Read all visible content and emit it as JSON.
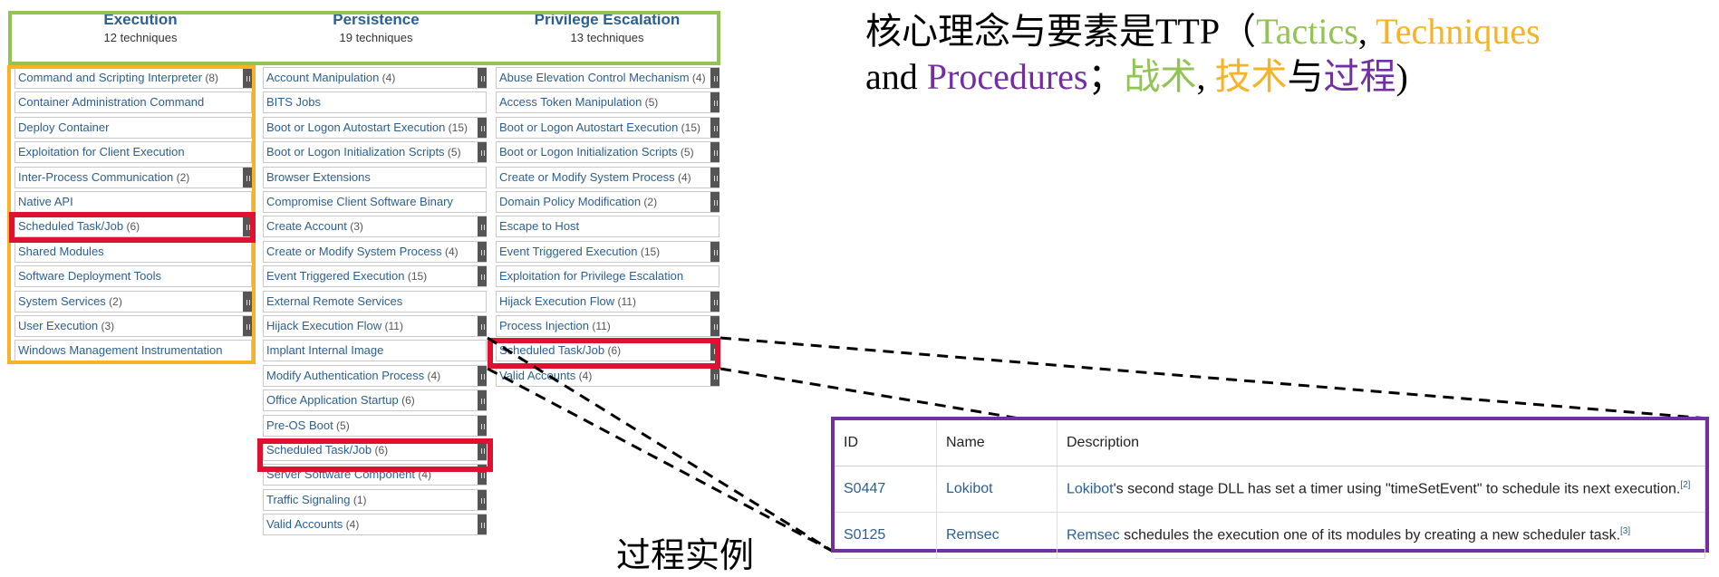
{
  "tactics": [
    {
      "name": "Execution",
      "count": "12 techniques"
    },
    {
      "name": "Persistence",
      "count": "19 techniques"
    },
    {
      "name": "Privilege Escalation",
      "count": "13 techniques"
    }
  ],
  "execution": [
    {
      "label": "Command and Scripting Interpreter",
      "count": "(8)",
      "sub": true
    },
    {
      "label": "Container Administration Command",
      "count": "",
      "sub": false
    },
    {
      "label": "Deploy Container",
      "count": "",
      "sub": false
    },
    {
      "label": "Exploitation for Client Execution",
      "count": "",
      "sub": false
    },
    {
      "label": "Inter-Process Communication",
      "count": "(2)",
      "sub": true
    },
    {
      "label": "Native API",
      "count": "",
      "sub": false
    },
    {
      "label": "Scheduled Task/Job",
      "count": "(6)",
      "sub": true
    },
    {
      "label": "Shared Modules",
      "count": "",
      "sub": false
    },
    {
      "label": "Software Deployment Tools",
      "count": "",
      "sub": false
    },
    {
      "label": "System Services",
      "count": "(2)",
      "sub": true
    },
    {
      "label": "User Execution",
      "count": "(3)",
      "sub": true
    },
    {
      "label": "Windows Management Instrumentation",
      "count": "",
      "sub": false
    }
  ],
  "persistence": [
    {
      "label": "Account Manipulation",
      "count": "(4)",
      "sub": true
    },
    {
      "label": "BITS Jobs",
      "count": "",
      "sub": false
    },
    {
      "label": "Boot or Logon Autostart Execution",
      "count": "(15)",
      "sub": true
    },
    {
      "label": "Boot or Logon Initialization Scripts",
      "count": "(5)",
      "sub": true
    },
    {
      "label": "Browser Extensions",
      "count": "",
      "sub": false
    },
    {
      "label": "Compromise Client Software Binary",
      "count": "",
      "sub": false
    },
    {
      "label": "Create Account",
      "count": "(3)",
      "sub": true
    },
    {
      "label": "Create or Modify System Process",
      "count": "(4)",
      "sub": true
    },
    {
      "label": "Event Triggered Execution",
      "count": "(15)",
      "sub": true
    },
    {
      "label": "External Remote Services",
      "count": "",
      "sub": false
    },
    {
      "label": "Hijack Execution Flow",
      "count": "(11)",
      "sub": true
    },
    {
      "label": "Implant Internal Image",
      "count": "",
      "sub": false
    },
    {
      "label": "Modify Authentication Process",
      "count": "(4)",
      "sub": true
    },
    {
      "label": "Office Application Startup",
      "count": "(6)",
      "sub": true
    },
    {
      "label": "Pre-OS Boot",
      "count": "(5)",
      "sub": true
    },
    {
      "label": "Scheduled Task/Job",
      "count": "(6)",
      "sub": true
    },
    {
      "label": "Server Software Component",
      "count": "(4)",
      "sub": true
    },
    {
      "label": "Traffic Signaling",
      "count": "(1)",
      "sub": true
    },
    {
      "label": "Valid Accounts",
      "count": "(4)",
      "sub": true
    }
  ],
  "privilege": [
    {
      "label": "Abuse Elevation Control Mechanism",
      "count": "(4)",
      "sub": true
    },
    {
      "label": "Access Token Manipulation",
      "count": "(5)",
      "sub": true
    },
    {
      "label": "Boot or Logon Autostart Execution",
      "count": "(15)",
      "sub": true
    },
    {
      "label": "Boot or Logon Initialization Scripts",
      "count": "(5)",
      "sub": true
    },
    {
      "label": "Create or Modify System Process",
      "count": "(4)",
      "sub": true
    },
    {
      "label": "Domain Policy Modification",
      "count": "(2)",
      "sub": true
    },
    {
      "label": "Escape to Host",
      "count": "",
      "sub": false
    },
    {
      "label": "Event Triggered Execution",
      "count": "(15)",
      "sub": true
    },
    {
      "label": "Exploitation for Privilege Escalation",
      "count": "",
      "sub": false
    },
    {
      "label": "Hijack Execution Flow",
      "count": "(11)",
      "sub": true
    },
    {
      "label": "Process Injection",
      "count": "(11)",
      "sub": true
    },
    {
      "label": "Scheduled Task/Job",
      "count": "(6)",
      "sub": true
    },
    {
      "label": "Valid Accounts",
      "count": "(4)",
      "sub": true
    }
  ],
  "headline": {
    "line1_prefix": "核心理念与要素是TTP（",
    "tactics": "Tactics",
    "comma1": ", ",
    "techniques": "Techniques",
    "line2_and": "and ",
    "procedures": "Procedures",
    "semi": "；",
    "zh_tactics": "战术",
    "comma2": ", ",
    "zh_techniques": "技术",
    "zh_and": "与",
    "zh_procedures": "过程",
    "close": ")"
  },
  "procedure_table": {
    "headers": [
      "ID",
      "Name",
      "Description"
    ],
    "rows": [
      {
        "id": "S0447",
        "name": "Lokibot",
        "desc_link": "Lokibot",
        "desc_text": "'s second stage DLL has set a timer using \"timeSetEvent\" to schedule its next execution.",
        "ref": "[2]"
      },
      {
        "id": "S0125",
        "name": "Remsec",
        "desc_link": "Remsec",
        "desc_text": " schedules the execution one of its modules by creating a new scheduler task.",
        "ref": "[3]"
      }
    ]
  },
  "caption": "过程实例",
  "colors": {
    "green": "#92c353",
    "orange": "#f5b325",
    "red": "#e01030",
    "purple": "#7030a0",
    "link": "#2c5f91"
  }
}
